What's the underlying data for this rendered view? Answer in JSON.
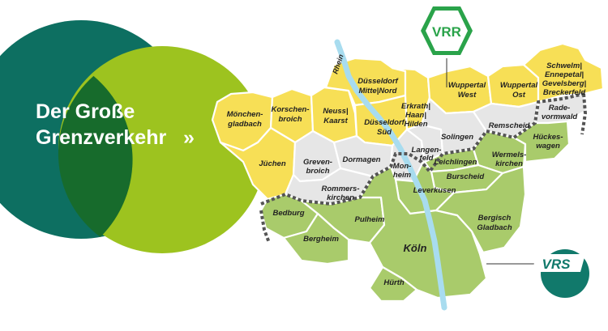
{
  "title": {
    "line1": "Der Große",
    "line2": "Grenzverkehr",
    "arrow": "»"
  },
  "logos": {
    "vrr": "VRR",
    "vrs": "VRS"
  },
  "river": "Rhein",
  "colors": {
    "vrr_zone": "#f7df56",
    "boundary_zone": "#e6e6e6",
    "vrs_zone": "#a9cb6b",
    "river": "#a8dcef",
    "dark_teal": "#0d6f61",
    "lime": "#9dc31f",
    "logo_green": "#2aa34a",
    "logo_teal": "#11796b"
  },
  "regions": {
    "moenchengladbach": [
      "Mönchen-",
      "gladbach"
    ],
    "korschenbroich": [
      "Korschen-",
      "broich"
    ],
    "neuss_kaarst": [
      "Neuss|",
      "Kaarst"
    ],
    "duesseldorf_mitte_nord": [
      "Düsseldorf",
      "Mitte|Nord"
    ],
    "duesseldorf_sued": [
      "Düsseldorf",
      "Süd"
    ],
    "erkrath_haan_hilden": [
      "Erkrath|",
      "Haan|",
      "Hilden"
    ],
    "wuppertal_west": [
      "Wuppertal",
      "West"
    ],
    "wuppertal_ost": [
      "Wuppertal",
      "Ost"
    ],
    "schwelm": [
      "Schwelm|",
      "Ennepetal|",
      "Gevelsberg|",
      "Breckerfeld"
    ],
    "radevormwald": [
      "Rade-",
      "vormwald"
    ],
    "remscheid": [
      "Remscheid"
    ],
    "solingen": [
      "Solingen"
    ],
    "langenfeld": [
      "Langen-",
      "feld"
    ],
    "dormagen": [
      "Dormagen"
    ],
    "grevenbroich": [
      "Greven-",
      "broich"
    ],
    "juechen": [
      "Jüchen"
    ],
    "rommerskirchen": [
      "Rommers-",
      "kirchen"
    ],
    "monheim": [
      "Mon-",
      "heim"
    ],
    "leichlingen": [
      "Leichlingen"
    ],
    "wermelskirchen": [
      "Wermels-",
      "kirchen"
    ],
    "hueckeswagen": [
      "Hückes-",
      "wagen"
    ],
    "burscheid": [
      "Burscheid"
    ],
    "leverkusen": [
      "Leverkusen"
    ],
    "bedburg": [
      "Bedburg"
    ],
    "bergheim": [
      "Bergheim"
    ],
    "pulheim": [
      "Pulheim"
    ],
    "koeln": [
      "Köln"
    ],
    "bergisch_gladbach": [
      "Bergisch",
      "Gladbach"
    ],
    "huerth": [
      "Hürth"
    ]
  }
}
